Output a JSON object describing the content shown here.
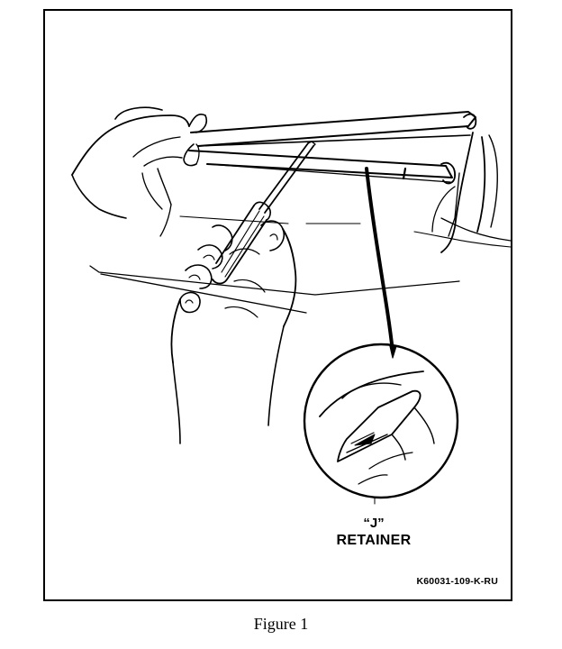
{
  "figure": {
    "callout_quote": "“J”",
    "callout_label": "RETAINER",
    "part_number": "K60031-109-K-RU"
  },
  "caption": "Figure 1"
}
